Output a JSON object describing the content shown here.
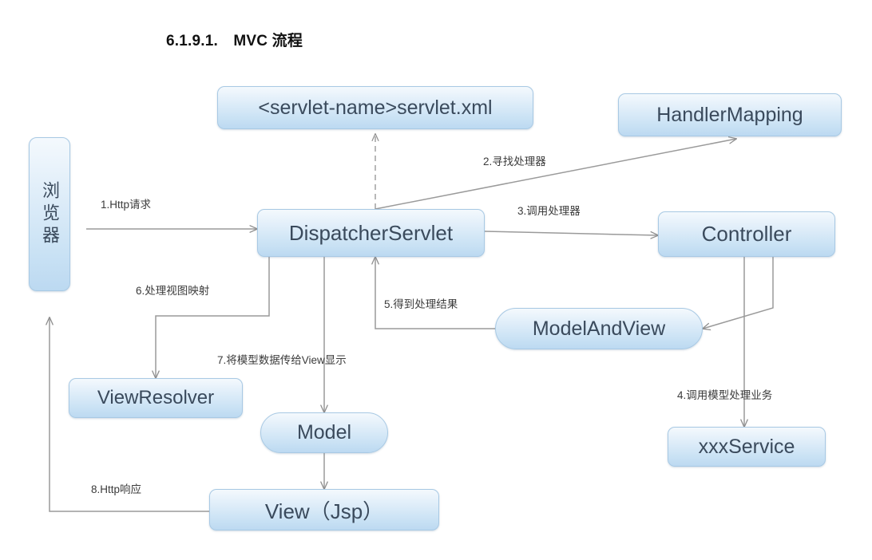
{
  "page": {
    "title": "6.1.9.1.  MVC 流程"
  },
  "diagram": {
    "type": "flowchart",
    "nodes": [
      {
        "id": "browser",
        "label": "浏览器",
        "shape": "rounded-rect-vertical"
      },
      {
        "id": "servletxml",
        "label": "<servlet-name>servlet.xml",
        "shape": "rounded-rect"
      },
      {
        "id": "handlermap",
        "label": "HandlerMapping",
        "shape": "rounded-rect"
      },
      {
        "id": "dispatcher",
        "label": "DispatcherServlet",
        "shape": "rounded-rect"
      },
      {
        "id": "controller",
        "label": "Controller",
        "shape": "rounded-rect"
      },
      {
        "id": "modelandview",
        "label": "ModelAndView",
        "shape": "pill"
      },
      {
        "id": "viewresolver",
        "label": "ViewResolver",
        "shape": "rounded-rect"
      },
      {
        "id": "model",
        "label": "Model",
        "shape": "pill"
      },
      {
        "id": "xxxservice",
        "label": "xxxService",
        "shape": "rounded-rect"
      },
      {
        "id": "viewjsp",
        "label": "View（Jsp）",
        "shape": "rounded-rect"
      }
    ],
    "edges": [
      {
        "id": "e1",
        "label": "1.Http请求",
        "from": "browser",
        "to": "dispatcher"
      },
      {
        "id": "e2",
        "label": "2.寻找处理器",
        "from": "dispatcher",
        "to": "handlermap"
      },
      {
        "id": "e3",
        "label": "3.调用处理器",
        "from": "dispatcher",
        "to": "controller"
      },
      {
        "id": "e4",
        "label": "4.调用模型处理业务",
        "from": "controller",
        "to": "xxxservice"
      },
      {
        "id": "e5",
        "label": "5.得到处理结果",
        "from": "modelandview",
        "to": "dispatcher"
      },
      {
        "id": "e6",
        "label": "6.处理视图映射",
        "from": "dispatcher",
        "to": "viewresolver"
      },
      {
        "id": "e7",
        "label": "7.将模型数据传给View显示",
        "from": "dispatcher",
        "to": "model"
      },
      {
        "id": "e8",
        "label": "8.Http响应",
        "from": "viewjsp",
        "to": "browser"
      },
      {
        "id": "e9",
        "label": "",
        "from": "dispatcher",
        "to": "servletxml",
        "style": "dashed"
      }
    ],
    "colors": {
      "node_fill_top": "#f4f9fd",
      "node_fill_bottom": "#bcd9f1",
      "node_border": "#a8c9e4",
      "node_text": "#3a4a5c",
      "wire": "#9a9a9a",
      "label_text": "#3b3b3b"
    }
  }
}
